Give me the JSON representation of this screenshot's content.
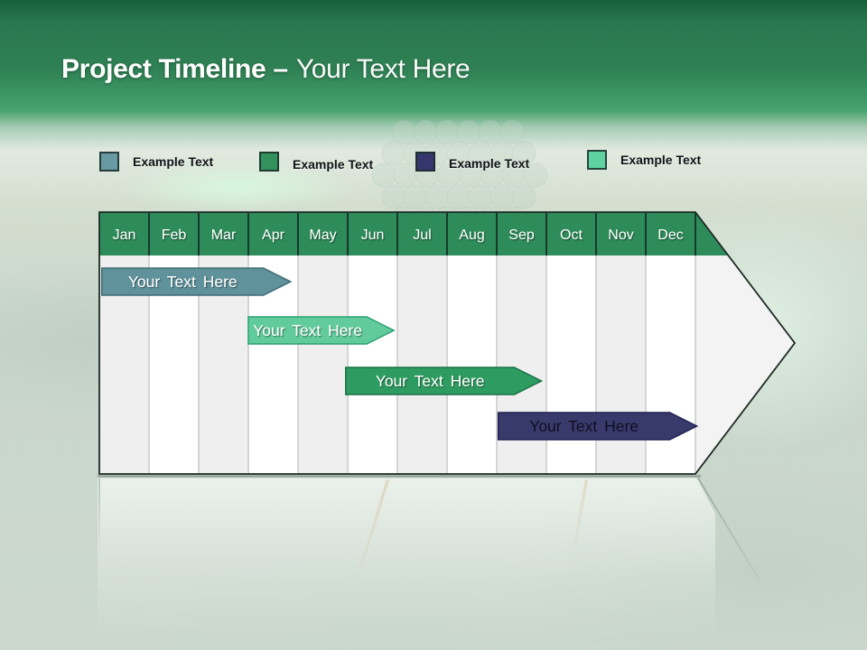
{
  "slide": {
    "title_bold": "Project Timeline –",
    "title_rest": "Your Text Here"
  },
  "legend": {
    "items": [
      {
        "label": "Example Text",
        "color": "#679aa3"
      },
      {
        "label": "Example Text",
        "color": "#33915c"
      },
      {
        "label": "Example Text",
        "color": "#35366b"
      },
      {
        "label": "Example Text",
        "color": "#5ed2a0"
      }
    ]
  },
  "chart_data": {
    "type": "bar",
    "subtype": "gantt-timeline",
    "title": "Project Timeline",
    "categories": [
      "Jan",
      "Feb",
      "Mar",
      "Apr",
      "May",
      "Jun",
      "Jul",
      "Aug",
      "Sep",
      "Oct",
      "Nov",
      "Dec"
    ],
    "series": [
      {
        "name": "Your Text Here",
        "row": 0,
        "start_month": 0.05,
        "end_month": 3.85,
        "color": "#5f929b",
        "border": "#3e6b73",
        "text_color": "#ffffff"
      },
      {
        "name": "Your Text Here",
        "row": 1,
        "start_month": 3.0,
        "end_month": 5.93,
        "color": "#62cb9b",
        "border": "#2da173",
        "text_color": "#ffffff"
      },
      {
        "name": "Your Text Here",
        "row": 2,
        "start_month": 4.96,
        "end_month": 8.9,
        "color": "#2e9c60",
        "border": "#177142",
        "text_color": "#ffffff"
      },
      {
        "name": "Your Text Here",
        "row": 3,
        "start_month": 8.03,
        "end_month": 12.03,
        "color": "#393a6c",
        "border": "#1f2050",
        "text_color": "#0e0e20"
      }
    ],
    "colors": {
      "header_fill": "#2e8b5a",
      "header_divider": "#17392b",
      "stripe_odd": "#efefef",
      "stripe_even": "#ffffff",
      "body_divider": "#d4d4d4",
      "arrow_body_fill": "#f3f3f3",
      "outline": "#1d2b24",
      "month_text": "#ffffff"
    },
    "layout_hints": {
      "orientation": "horizontal",
      "arrow_shape": true,
      "rows": 4
    }
  }
}
